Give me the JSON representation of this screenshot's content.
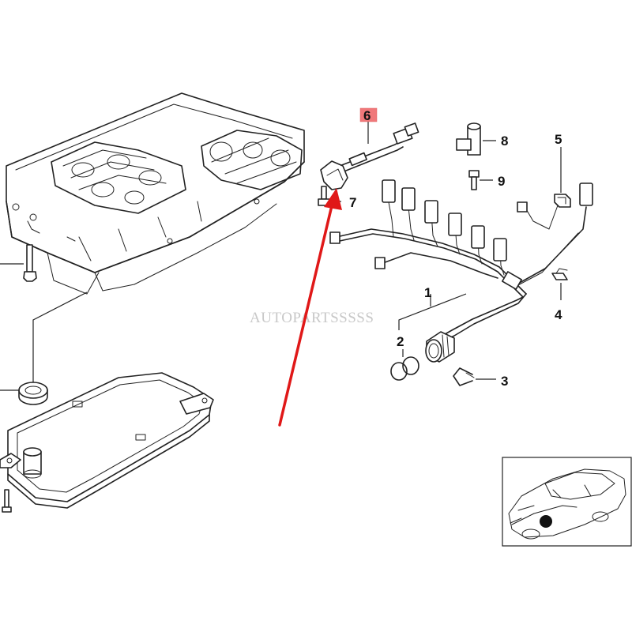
{
  "watermark": "AUTOPARTSSSSS",
  "colors": {
    "highlight_fill": "#f0787a",
    "arrow": "#e01818",
    "ink": "#222222"
  },
  "parts": [
    {
      "id": "1",
      "label": "1",
      "name": "wiring-harness"
    },
    {
      "id": "2",
      "label": "2",
      "name": "o-ring-pair"
    },
    {
      "id": "3",
      "label": "3",
      "name": "retaining-clip"
    },
    {
      "id": "4",
      "label": "4",
      "name": "cable-clip"
    },
    {
      "id": "5",
      "label": "5",
      "name": "connector-holder"
    },
    {
      "id": "6",
      "label": "6",
      "name": "speed-sensor",
      "highlighted": true
    },
    {
      "id": "7",
      "label": "7",
      "name": "sensor-bolt"
    },
    {
      "id": "8",
      "label": "8",
      "name": "output-speed-sensor"
    },
    {
      "id": "9",
      "label": "9",
      "name": "sensor-screw"
    }
  ],
  "inset": {
    "subject": "sedan-location-view"
  }
}
